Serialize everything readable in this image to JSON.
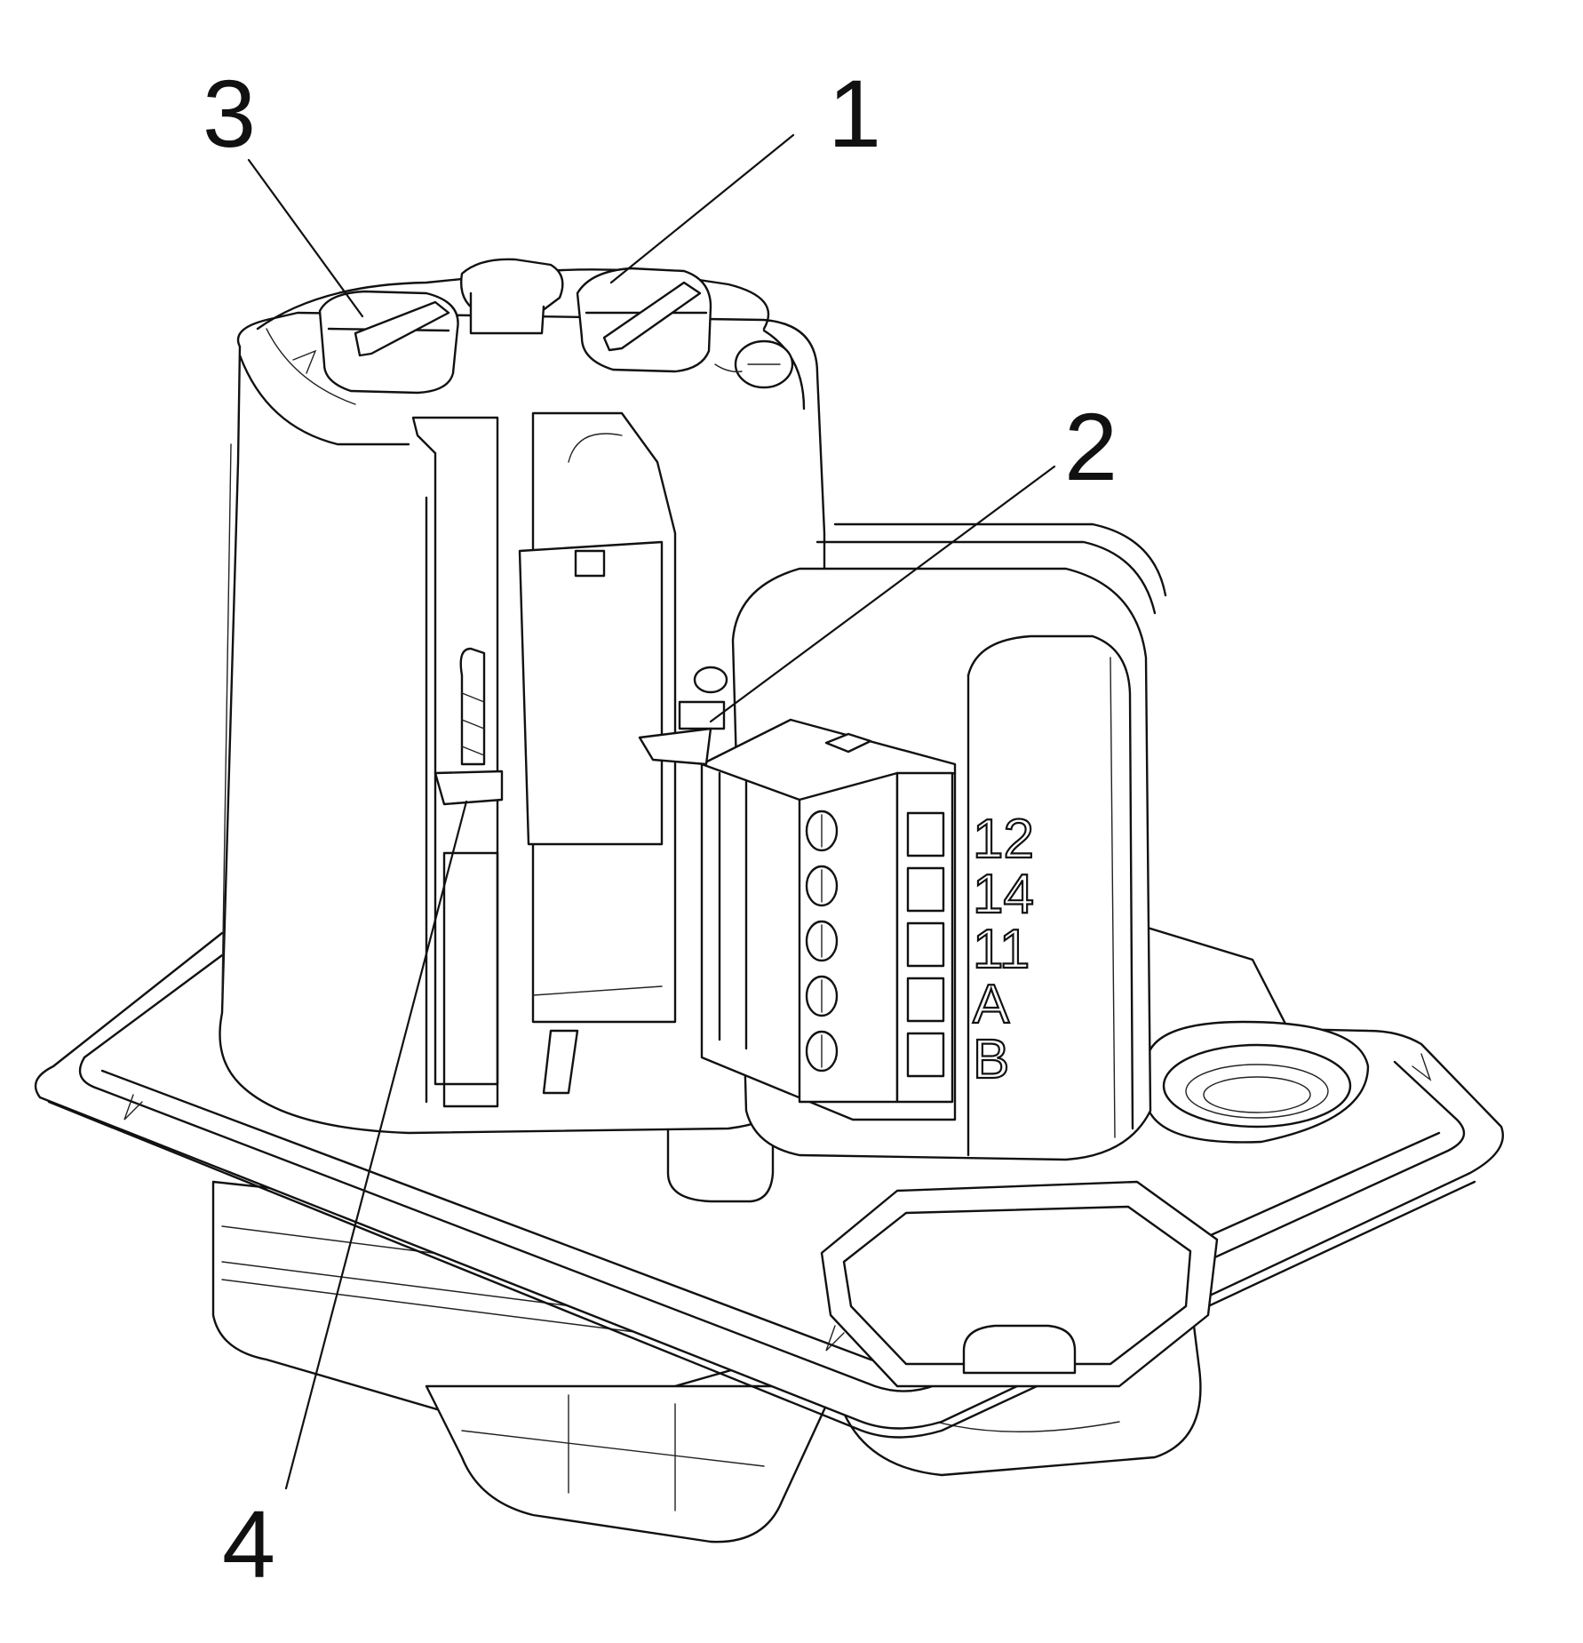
{
  "diagram": {
    "colors": {
      "line": "#111111",
      "paper": "#ffffff"
    },
    "callouts": [
      {
        "id": "1",
        "label": "1"
      },
      {
        "id": "2",
        "label": "2"
      },
      {
        "id": "3",
        "label": "3"
      },
      {
        "id": "4",
        "label": "4"
      }
    ],
    "terminals": [
      "12",
      "14",
      "11",
      "A",
      "B"
    ]
  }
}
